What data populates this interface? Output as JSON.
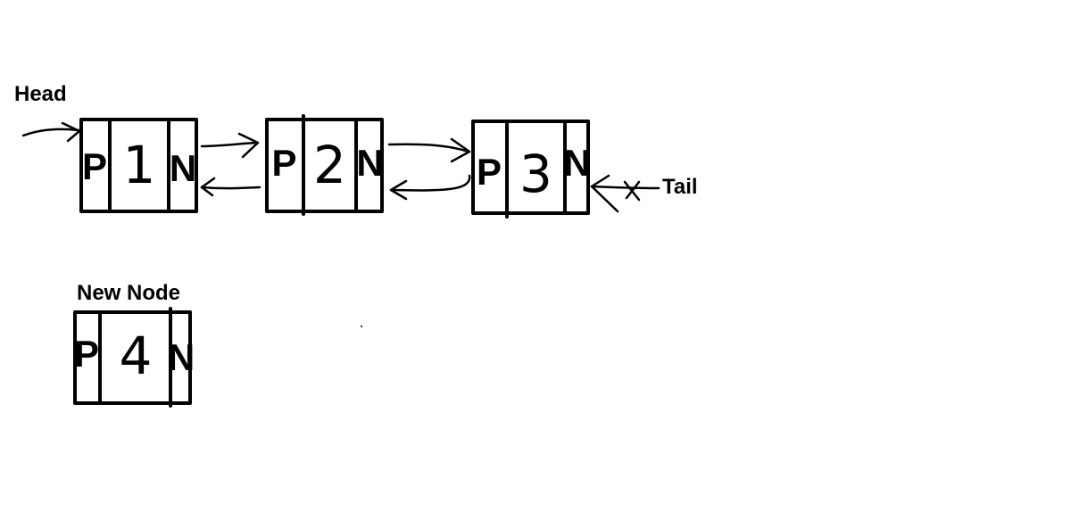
{
  "labels": {
    "head": "Head",
    "tail": "Tail",
    "new_node": "New Node"
  },
  "nodes": [
    {
      "prev": "P",
      "value": "1",
      "next": "N"
    },
    {
      "prev": "P",
      "value": "2",
      "next": "N"
    },
    {
      "prev": "P",
      "value": "3",
      "next": "N"
    },
    {
      "prev": "P",
      "value": "4",
      "next": "N"
    }
  ],
  "colors": {
    "ink": "#000000",
    "background": "#ffffff"
  }
}
